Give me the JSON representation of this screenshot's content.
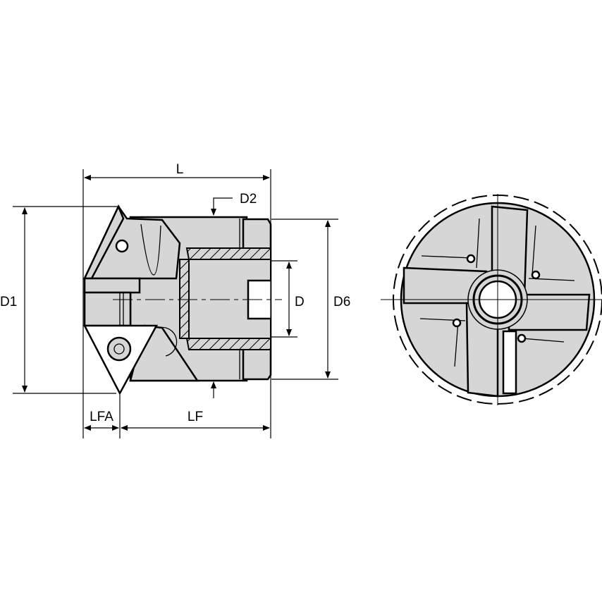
{
  "drawing": {
    "dimensions": {
      "overall_length": "L",
      "d2": "D2",
      "d1": "D1",
      "bore": "D",
      "d6": "D6",
      "lfa": "LFA",
      "lf": "LF"
    },
    "colors": {
      "body_fill": "#d6d6d6",
      "line": "#000000"
    }
  }
}
